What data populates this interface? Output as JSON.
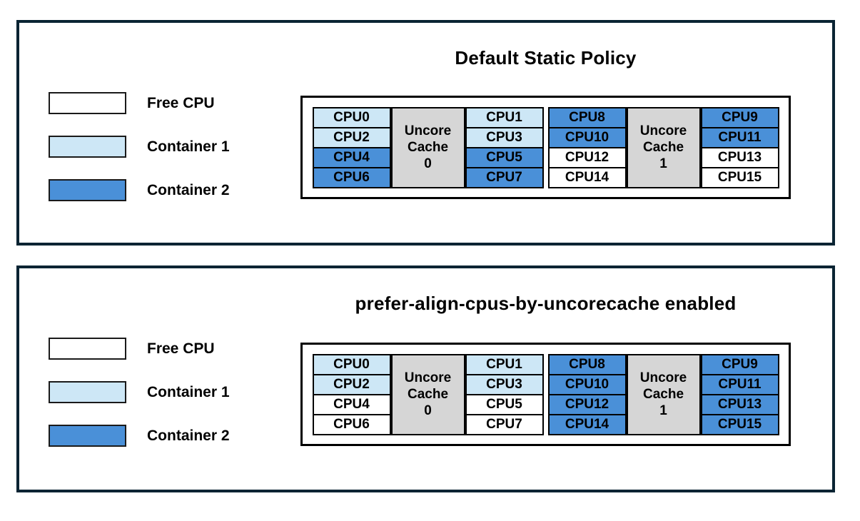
{
  "colors": {
    "free": "#ffffff",
    "container1": "#cde7f6",
    "container2": "#4a90d8",
    "uncore": "#d6d6d6",
    "panel_border": "#0a2433"
  },
  "legend": {
    "items": [
      {
        "label": "Free CPU",
        "color_key": "free"
      },
      {
        "label": "Container 1",
        "color_key": "container1"
      },
      {
        "label": "Container 2",
        "color_key": "container2"
      }
    ]
  },
  "panels": [
    {
      "title": "Default Static Policy",
      "groups": [
        {
          "cache_lines": [
            "Uncore",
            "Cache",
            "0"
          ],
          "left": [
            {
              "label": "CPU0",
              "state": "container1"
            },
            {
              "label": "CPU2",
              "state": "container1"
            },
            {
              "label": "CPU4",
              "state": "container2"
            },
            {
              "label": "CPU6",
              "state": "container2"
            }
          ],
          "right": [
            {
              "label": "CPU1",
              "state": "container1"
            },
            {
              "label": "CPU3",
              "state": "container1"
            },
            {
              "label": "CPU5",
              "state": "container2"
            },
            {
              "label": "CPU7",
              "state": "container2"
            }
          ]
        },
        {
          "cache_lines": [
            "Uncore",
            "Cache",
            "1"
          ],
          "left": [
            {
              "label": "CPU8",
              "state": "container2"
            },
            {
              "label": "CPU10",
              "state": "container2"
            },
            {
              "label": "CPU12",
              "state": "free"
            },
            {
              "label": "CPU14",
              "state": "free"
            }
          ],
          "right": [
            {
              "label": "CPU9",
              "state": "container2"
            },
            {
              "label": "CPU11",
              "state": "container2"
            },
            {
              "label": "CPU13",
              "state": "free"
            },
            {
              "label": "CPU15",
              "state": "free"
            }
          ]
        }
      ]
    },
    {
      "title": "prefer-align-cpus-by-uncorecache enabled",
      "groups": [
        {
          "cache_lines": [
            "Uncore",
            "Cache",
            "0"
          ],
          "left": [
            {
              "label": "CPU0",
              "state": "container1"
            },
            {
              "label": "CPU2",
              "state": "container1"
            },
            {
              "label": "CPU4",
              "state": "free"
            },
            {
              "label": "CPU6",
              "state": "free"
            }
          ],
          "right": [
            {
              "label": "CPU1",
              "state": "container1"
            },
            {
              "label": "CPU3",
              "state": "container1"
            },
            {
              "label": "CPU5",
              "state": "free"
            },
            {
              "label": "CPU7",
              "state": "free"
            }
          ]
        },
        {
          "cache_lines": [
            "Uncore",
            "Cache",
            "1"
          ],
          "left": [
            {
              "label": "CPU8",
              "state": "container2"
            },
            {
              "label": "CPU10",
              "state": "container2"
            },
            {
              "label": "CPU12",
              "state": "container2"
            },
            {
              "label": "CPU14",
              "state": "container2"
            }
          ],
          "right": [
            {
              "label": "CPU9",
              "state": "container2"
            },
            {
              "label": "CPU11",
              "state": "container2"
            },
            {
              "label": "CPU13",
              "state": "container2"
            },
            {
              "label": "CPU15",
              "state": "container2"
            }
          ]
        }
      ]
    }
  ]
}
